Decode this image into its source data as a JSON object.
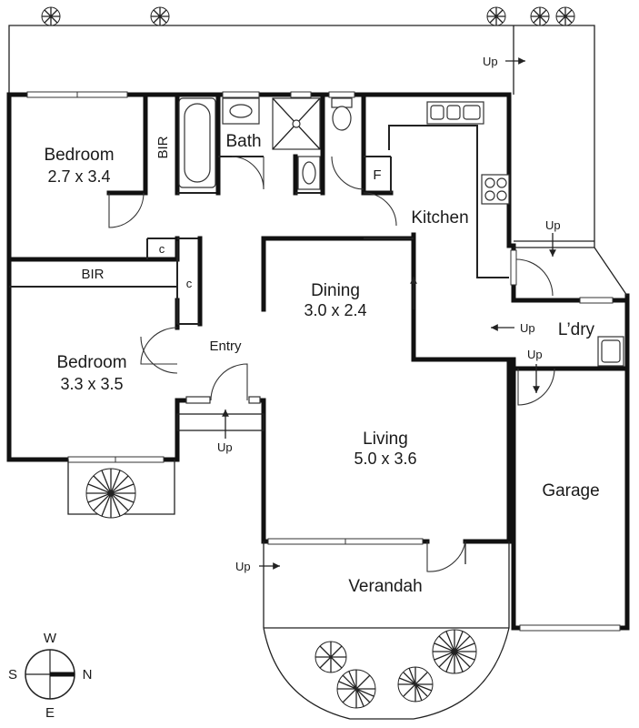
{
  "rooms": {
    "bedroom1": {
      "name": "Bedroom",
      "dims": "2.7 x 3.4"
    },
    "bedroom2": {
      "name": "Bedroom",
      "dims": "3.3 x 3.5"
    },
    "bath": {
      "name": "Bath"
    },
    "kitchen": {
      "name": "Kitchen"
    },
    "dining": {
      "name": "Dining",
      "dims": "3.0 x 2.4"
    },
    "entry": {
      "name": "Entry"
    },
    "living": {
      "name": "Living",
      "dims": "5.0 x 3.6"
    },
    "laundry": {
      "name": "L’dry"
    },
    "garage": {
      "name": "Garage"
    },
    "verandah": {
      "name": "Verandah"
    }
  },
  "labels": {
    "bir": "BIR",
    "cupboard": "c",
    "fridge": "F"
  },
  "steps": {
    "up": "Up"
  },
  "compass": {
    "north": "N",
    "south": "S",
    "east": "E",
    "west": "W"
  }
}
